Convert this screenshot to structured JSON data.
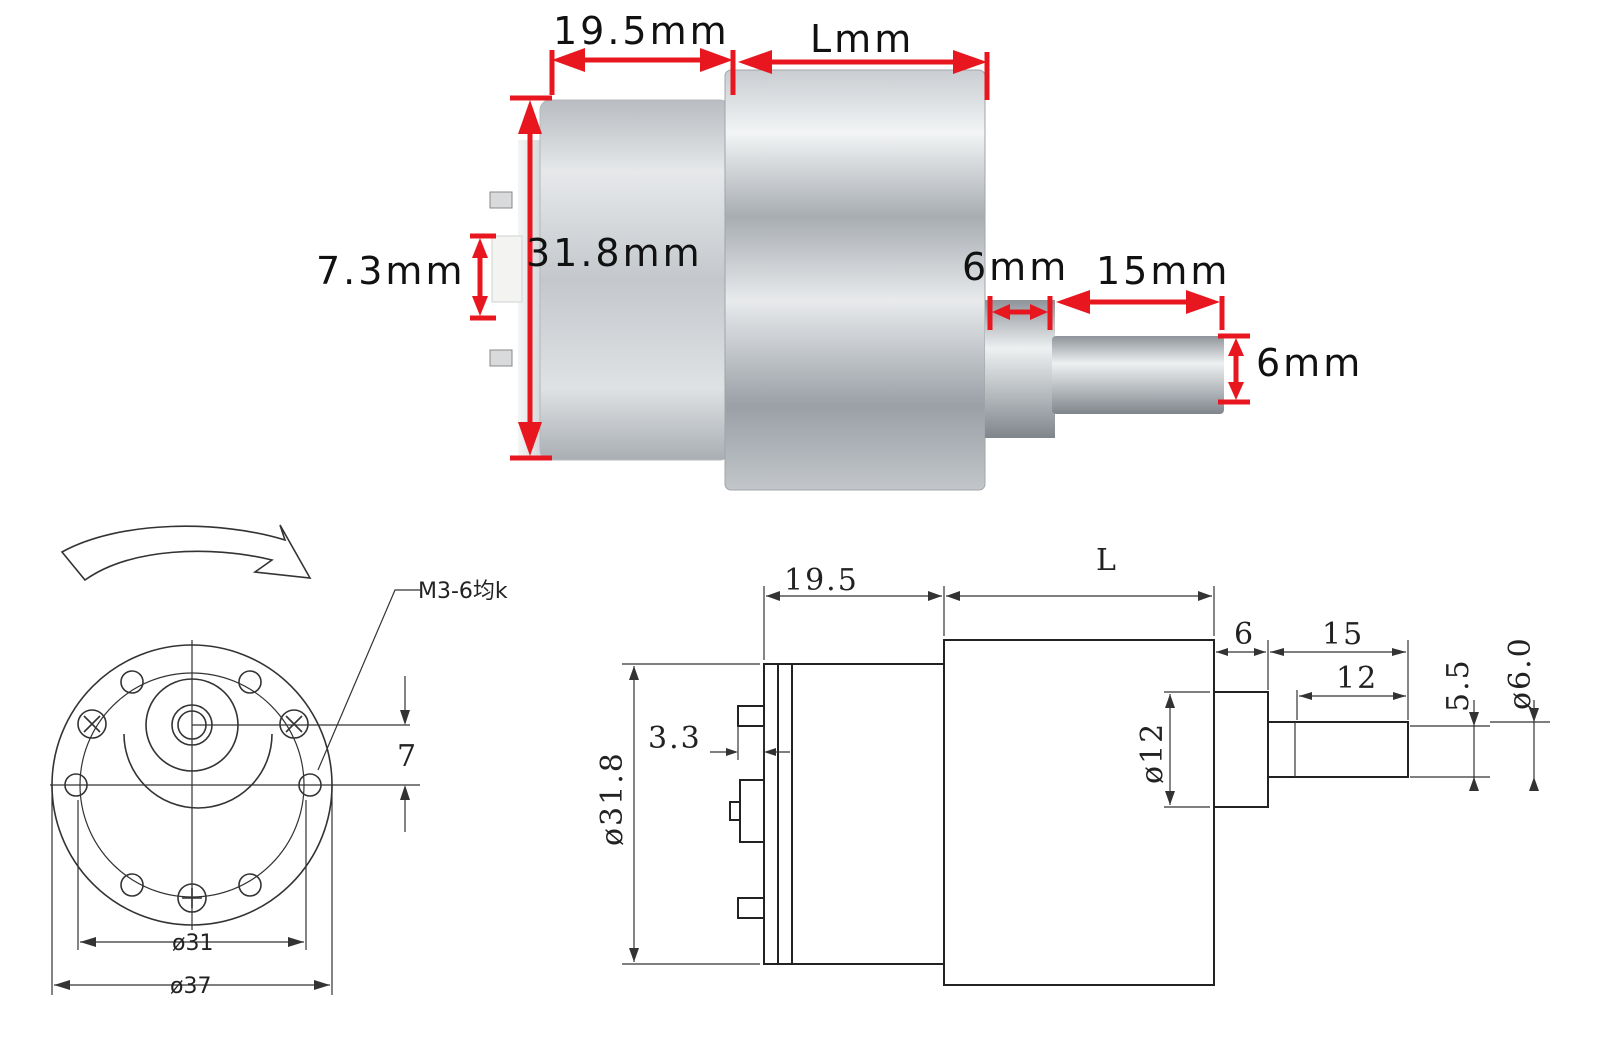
{
  "photo": {
    "dim_motor_length": "19.5mm",
    "dim_gearbox_length": "Lmm",
    "dim_body_diameter": "31.8mm",
    "dim_terminal_height": "7.3mm",
    "dim_collar_length": "6mm",
    "dim_shaft_length": "15mm",
    "dim_shaft_diameter": "6mm"
  },
  "front_view": {
    "screw_note": "M3-6均k",
    "dim_offset": "7",
    "dim_bolt_circle": "ø31",
    "dim_outer": "ø37"
  },
  "side_view": {
    "dim_motor_length": "19.5",
    "dim_gearbox_length": "L",
    "dim_collar": "6",
    "dim_shaft": "15",
    "dim_flat": "12",
    "dim_flat_depth": "5.5",
    "dim_shaft_dia": "ø6.0",
    "dim_collar_dia": "ø12",
    "dim_body_dia": "ø31.8",
    "dim_terminal": "3.3"
  },
  "colors": {
    "arrow_red": "#e8171f",
    "metal_light": "#d9dde1",
    "metal_dark": "#8e949a"
  }
}
